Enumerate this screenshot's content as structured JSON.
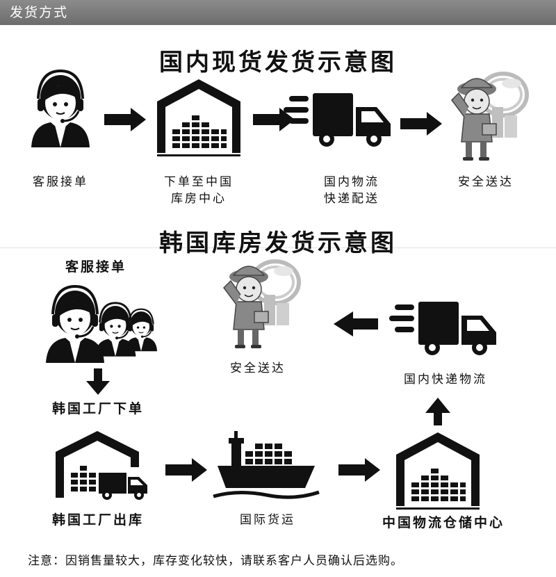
{
  "header": {
    "title": "发货方式"
  },
  "domestic": {
    "title": "国内现货发货示意图",
    "steps": [
      {
        "lines": [
          "客服接单"
        ],
        "icon": "customer-service-icon"
      },
      {
        "lines": [
          "下单至中国",
          "库房中心"
        ],
        "icon": "warehouse-icon"
      },
      {
        "lines": [
          "国内物流",
          "快递配送"
        ],
        "icon": "delivery-truck-icon"
      },
      {
        "lines": [
          "安全送达"
        ],
        "icon": "courier-salute-icon"
      }
    ]
  },
  "korea": {
    "title": "韩国库房发货示意图",
    "steps": {
      "customer_service": "客服接单",
      "factory_order": "韩国工厂下单",
      "factory_out": "韩国工厂出库",
      "shipping": "国际货运",
      "china_center": "中国物流仓储中心",
      "domestic_express": "国内快递物流",
      "delivered": "安全送达"
    }
  },
  "footnote": "注意：因销售量较大，库存变化较快，请联系客户人员确认后选购。",
  "colors": {
    "header_bg": "#7a7a7a",
    "ink": "#111111",
    "accent_gray": "#8a8a8a"
  }
}
